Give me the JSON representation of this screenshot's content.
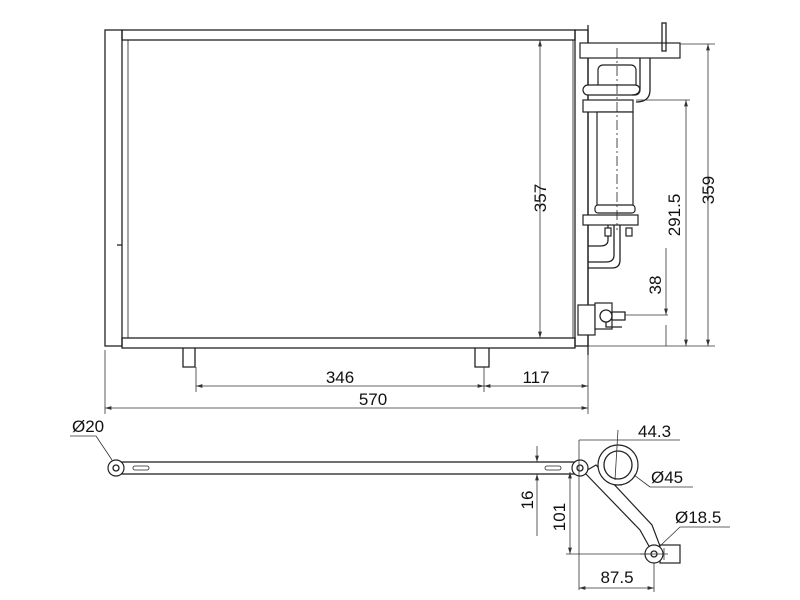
{
  "drawing": {
    "front_view": {
      "dimensions": {
        "core_height": "357",
        "overall_height": "359",
        "drier_height": "291.5",
        "fitting_height": "38",
        "foot_spacing": "346",
        "foot_to_edge": "117",
        "overall_width": "570"
      }
    },
    "bottom_view": {
      "dimensions": {
        "left_pipe_diameter": "Ø20",
        "drier_offset": "44.3",
        "drier_diameter": "Ø45",
        "outlet_diameter": "Ø18.5",
        "bar_offset": "16",
        "outlet_drop": "101",
        "outlet_reach": "87.5"
      }
    }
  }
}
